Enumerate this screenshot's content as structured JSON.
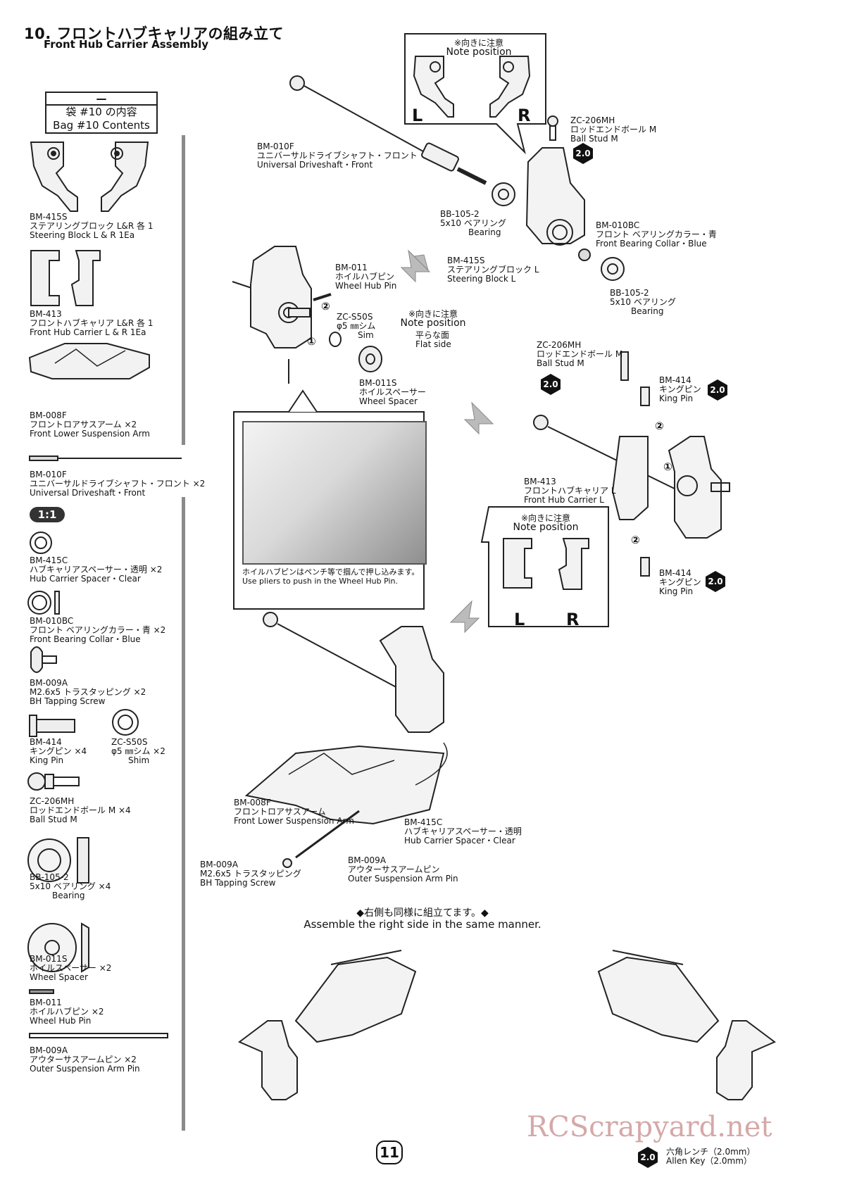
{
  "header": {
    "title_jp": "10. フロントハブキャリアの組み立て",
    "title_en": "Front Hub Carrier Assembly"
  },
  "bag": {
    "dash": "—",
    "title_jp": "袋 #10 の内容",
    "title_en": "Bag #10 Contents",
    "scale_badge": "1:1",
    "parts": [
      {
        "code": "BM-415S",
        "jp": "ステアリングブロック L&R 各 1",
        "en": "Steering Block L & R 1Ea",
        "qty": ""
      },
      {
        "code": "BM-413",
        "jp": "フロントハブキャリア  L&R 各 1",
        "en": "Front Hub Carrier L & R 1Ea",
        "qty": ""
      },
      {
        "code": "BM-008F",
        "jp": "フロントロアサスアーム ×2",
        "en": "Front Lower Suspension Arm",
        "qty": ""
      },
      {
        "code": "BM-010F",
        "jp": "ユニバーサルドライブシャフト・フロント ×2",
        "en": "Universal Driveshaft・Front",
        "qty": ""
      },
      {
        "code": "BM-415C",
        "jp": "ハブキャリアスペーサー・透明 ×2",
        "en": "Hub Carrier Spacer・Clear",
        "qty": ""
      },
      {
        "code": "BM-010BC",
        "jp": "フロント ベアリングカラー・青 ×2",
        "en": "Front Bearing Collar・Blue",
        "qty": ""
      },
      {
        "code": "BM-009A",
        "jp": "M2.6x5 トラスタッピング ×2",
        "en": "BH Tapping Screw",
        "qty": ""
      },
      {
        "code": "BM-414",
        "jp": "キングピン ×4",
        "en": "King Pin",
        "qty": ""
      },
      {
        "code": "ZC-S50S",
        "jp": "φ5 ㎜シム ×2",
        "en": "Shim",
        "qty": ""
      },
      {
        "code": "ZC-206MH",
        "jp": "ロッドエンドボール M ×4",
        "en": "Ball Stud M",
        "qty": ""
      },
      {
        "code": "BB-105-2",
        "jp": "5x10 ベアリング ×4",
        "en": "Bearing",
        "qty": ""
      },
      {
        "code": "BM-011S",
        "jp": "ホイルスペーサー ×2",
        "en": "Wheel Spacer",
        "qty": ""
      },
      {
        "code": "BM-011",
        "jp": "ホイルハブピン ×2",
        "en": "Wheel Hub Pin",
        "qty": ""
      },
      {
        "code": "BM-009A",
        "jp": "アウターサスアームピン ×2",
        "en": "Outer Suspension Arm Pin",
        "qty": ""
      }
    ]
  },
  "diagram": {
    "note_jp": "※向きに注意",
    "note_en": "Note position",
    "left_mark": "L",
    "right_mark": "R",
    "step1": "①",
    "step2": "②",
    "tool_size": "2.0",
    "labels": {
      "zc206_jp": "ZC-206MH",
      "zc206_l2": "ロッドエンドボール M",
      "zc206_l3": "Ball Stud M",
      "bm010f_1": "BM-010F",
      "bm010f_2": "ユニバーサルドライブシャフト・フロント",
      "bm010f_3": "Universal Driveshaft・Front",
      "bb1_1": "BB-105-2",
      "bb1_2": "5x10 ベアリング",
      "bb1_3": "Bearing",
      "bc_1": "BM-010BC",
      "bc_2": "フロント ベアリングカラー・青",
      "bc_3": "Front Bearing Collar・Blue",
      "sb_1": "BM-415S",
      "sb_2": "ステアリングブロック L",
      "sb_3": "Steering Block L",
      "bb2_1": "BB-105-2",
      "bb2_2": "5x10 ベアリング",
      "bb2_3": "Bearing",
      "hp_1": "BM-011",
      "hp_2": "ホイルハブピン",
      "hp_3": "Wheel Hub Pin",
      "sim_1": "ZC-S50S",
      "sim_2": "φ5 ㎜シム",
      "sim_3": "Sim",
      "flat_1": "平らな面",
      "flat_2": "Flat side",
      "ws_1": "BM-011S",
      "ws_2": "ホイルスペーサー",
      "ws_3": "Wheel Spacer",
      "photo_caption_jp": "ホイルハブピンはペンチ等で掴んで押し込みます。",
      "photo_caption_en": "Use pliers to push in the Wheel Hub Pin.",
      "kp_1": "BM-414",
      "kp_2": "キングピン",
      "kp_3": "King Pin",
      "hc_1": "BM-413",
      "hc_2": "フロントハブキャリア  L",
      "hc_3": "Front Hub Carrier L",
      "arm_1": "BM-008F",
      "arm_2": "フロントロアサスアーム",
      "arm_3": "Front Lower Suspension Arm",
      "spc_1": "BM-415C",
      "spc_2": "ハブキャリアスペーサー・透明",
      "spc_3": "Hub Carrier Spacer・Clear",
      "pin_1": "BM-009A",
      "pin_2": "アウターサスアームピン",
      "pin_3": "Outer Suspension Arm Pin",
      "scr_1": "BM-009A",
      "scr_2": "M2.6x5 トラスタッピング",
      "scr_3": "BH Tapping Screw"
    },
    "same_jp": "◆右側も同様に組立てます。◆",
    "same_en": "Assemble the right side in the same manner."
  },
  "footer": {
    "page": "11",
    "tool_jp": "六角レンチ（2.0mm）",
    "tool_en": "Allen Key（2.0mm）",
    "watermark": "RCScrapyard.net"
  }
}
